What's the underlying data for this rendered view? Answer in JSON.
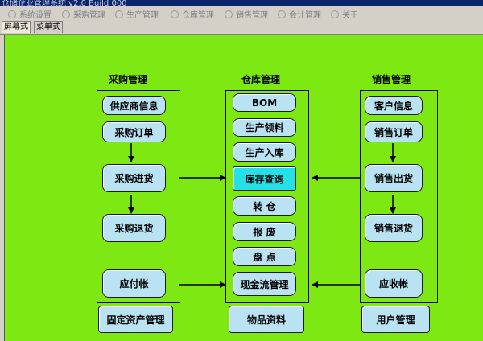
{
  "title": "仓储企业管理系统 v2.0 Build 000",
  "menu": [
    {
      "label": "系统设置"
    },
    {
      "label": "采购管理"
    },
    {
      "label": "生产管理"
    },
    {
      "label": "仓库管理"
    },
    {
      "label": "销售管理"
    },
    {
      "label": "会计管理"
    },
    {
      "label": "关于"
    }
  ],
  "tabs": [
    {
      "label": "屏幕式",
      "active": true
    },
    {
      "label": "菜单式",
      "active": false
    }
  ],
  "colors": {
    "canvas": "#7ee813",
    "node": "#b9e3f2",
    "highlight": "#25e0e7"
  },
  "purchase": {
    "heading": "采购管理",
    "nodes": [
      "供应商信息",
      "采购订单",
      "采购进货",
      "采购退货",
      "应付帐"
    ],
    "footer": "固定资产管理"
  },
  "warehouse": {
    "heading": "仓库管理",
    "nodes": [
      "BOM",
      "生产领料",
      "生产入库",
      "库存查询",
      "转 仓",
      "报 废",
      "盘 点",
      "现金流管理"
    ],
    "footer": "物品资料"
  },
  "sales": {
    "heading": "销售管理",
    "nodes": [
      "客户信息",
      "销售订单",
      "销售出货",
      "销售退货",
      "应收帐"
    ],
    "footer": "用户管理"
  }
}
